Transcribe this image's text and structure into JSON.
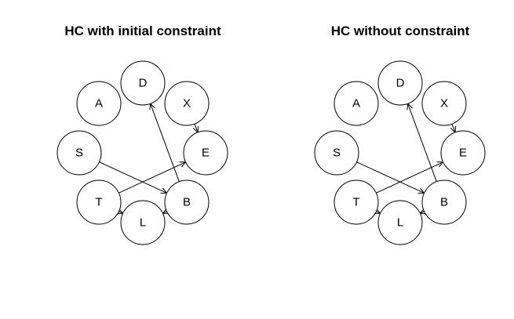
{
  "panels": [
    {
      "title": "HC with initial constraint",
      "nodes": [
        "A",
        "D",
        "X",
        "S",
        "E",
        "T",
        "B",
        "L"
      ],
      "edges": [
        {
          "from": "B",
          "to": "D"
        },
        {
          "from": "X",
          "to": "E"
        },
        {
          "from": "S",
          "to": "B"
        },
        {
          "from": "T",
          "to": "E"
        },
        {
          "from": "B",
          "to": "L"
        },
        {
          "from": "T",
          "to": "L"
        }
      ]
    },
    {
      "title": "HC without constraint",
      "nodes": [
        "A",
        "D",
        "X",
        "S",
        "E",
        "T",
        "B",
        "L"
      ],
      "edges": [
        {
          "from": "B",
          "to": "D"
        },
        {
          "from": "X",
          "to": "E"
        },
        {
          "from": "S",
          "to": "B"
        },
        {
          "from": "T",
          "to": "E"
        },
        {
          "from": "B",
          "to": "L"
        },
        {
          "from": "T",
          "to": "L"
        }
      ]
    }
  ]
}
